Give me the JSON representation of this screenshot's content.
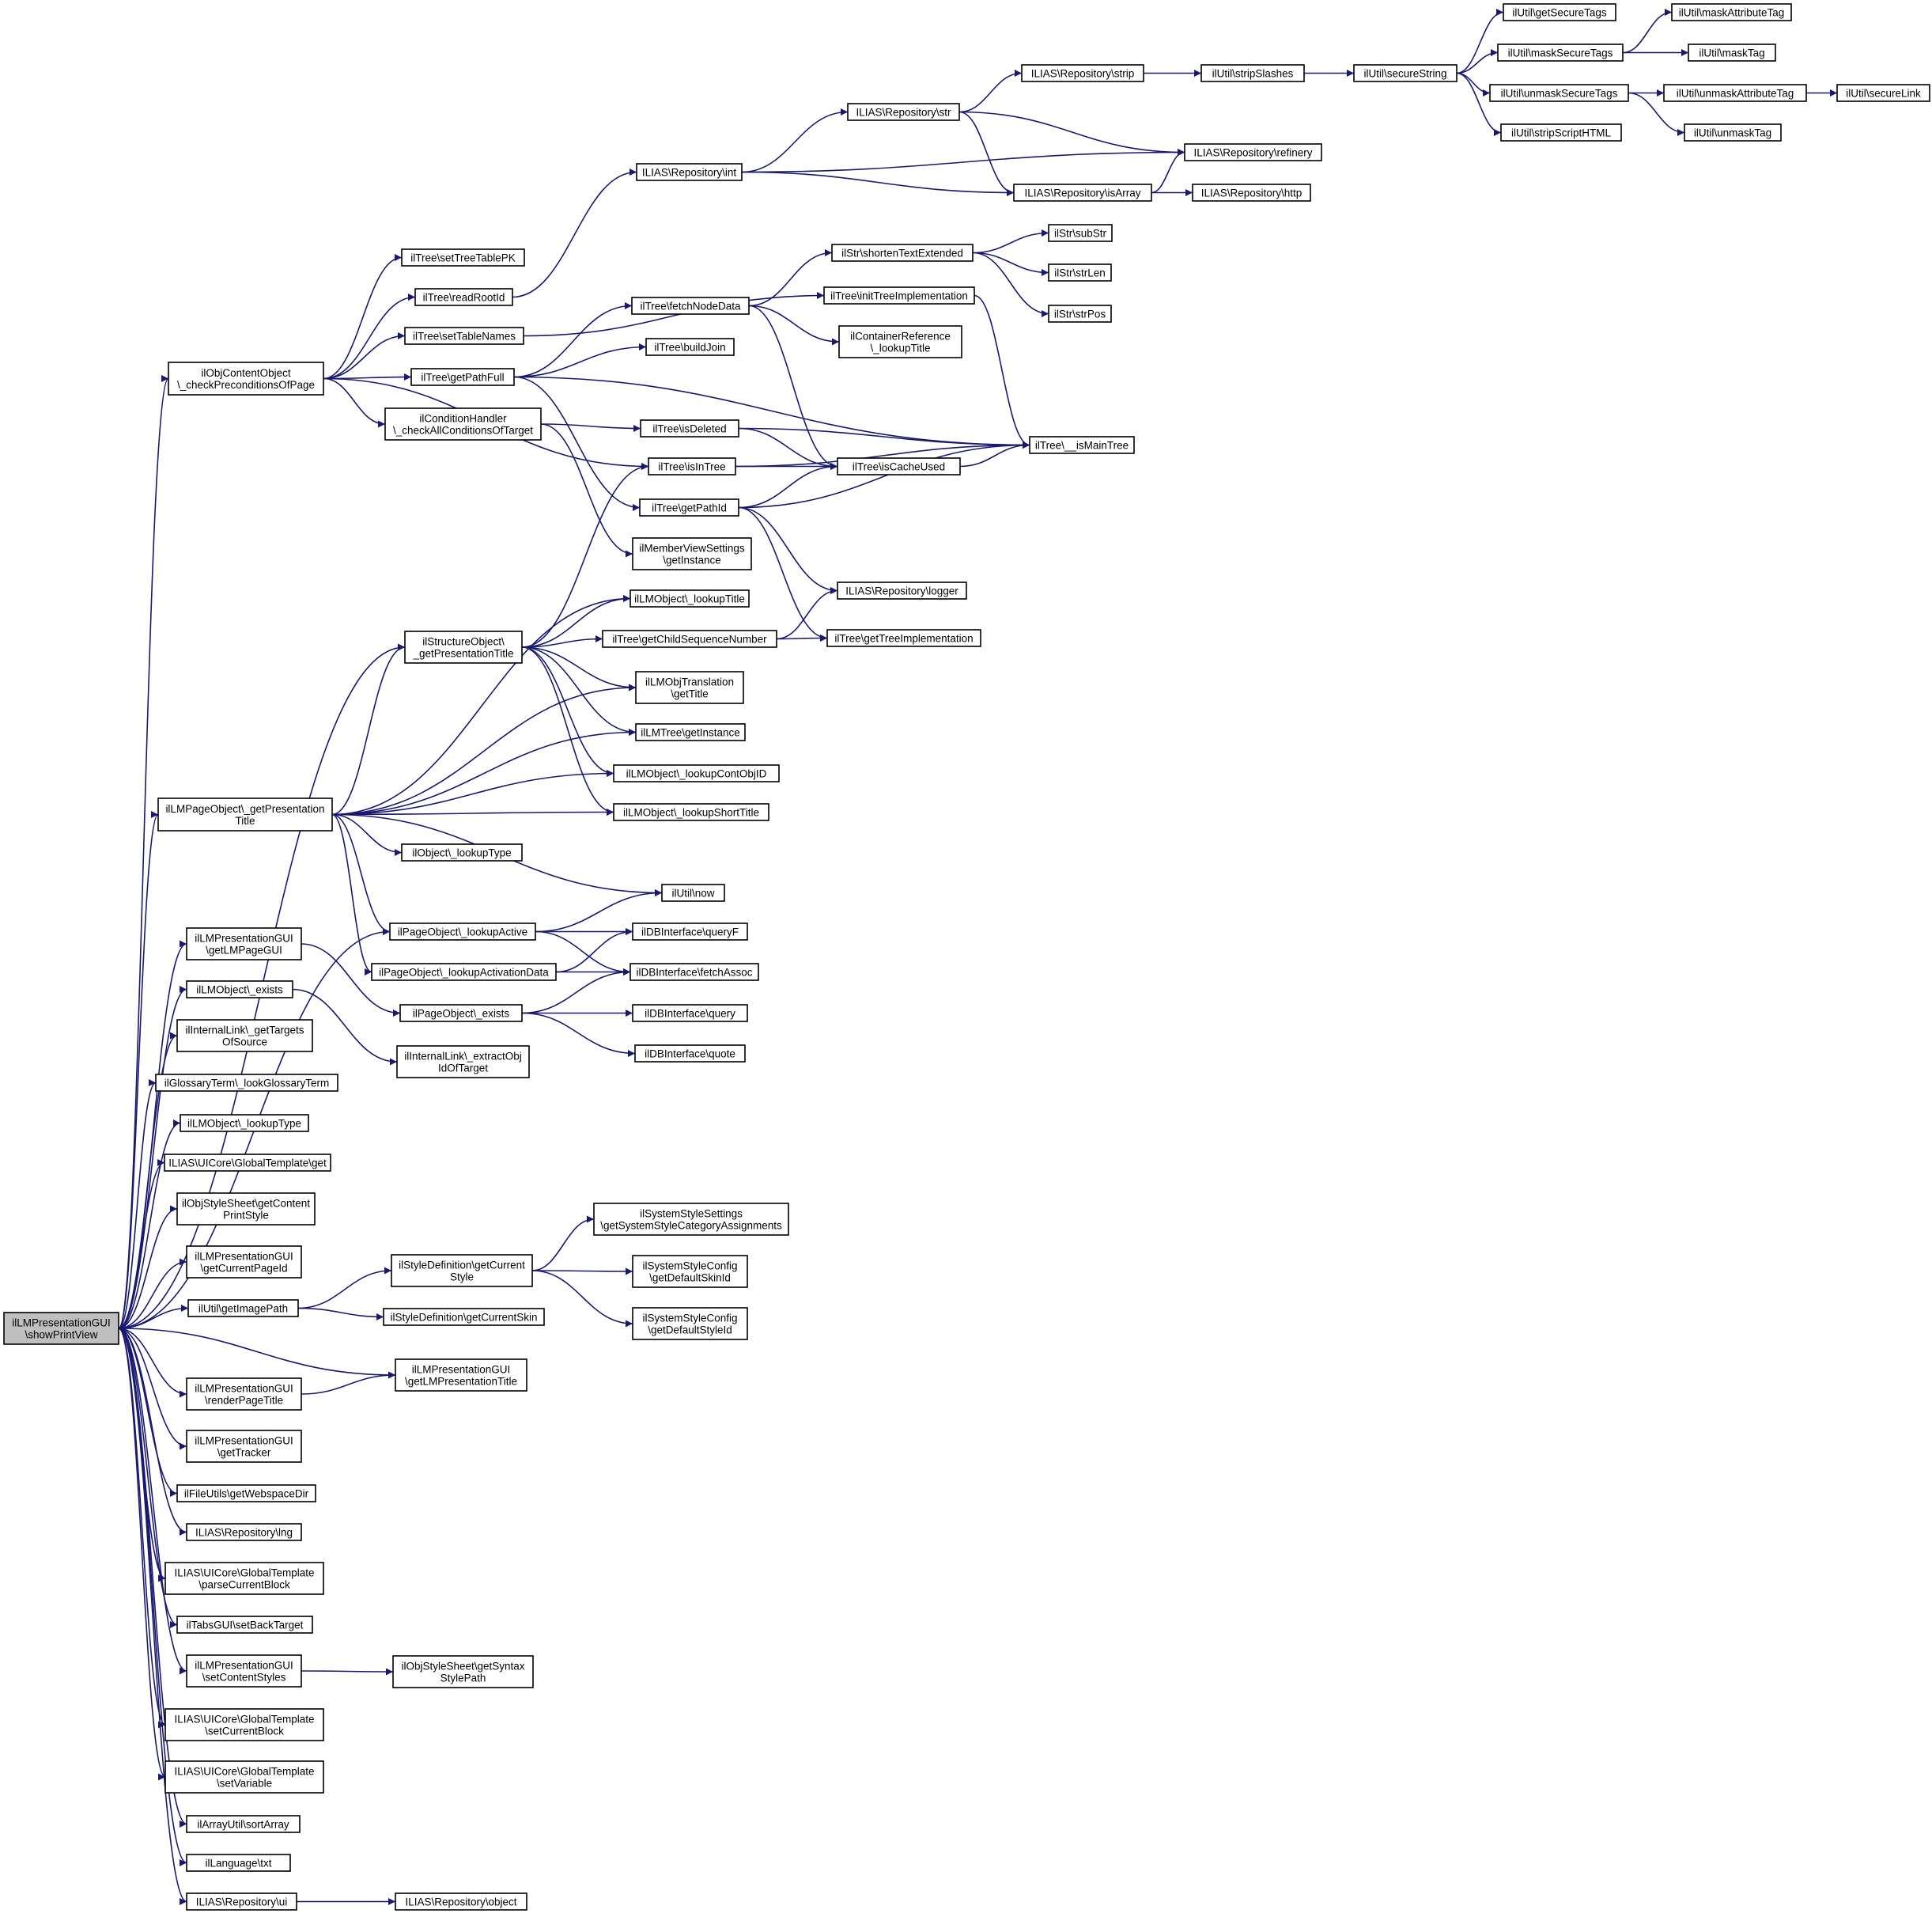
{
  "diagram": {
    "type": "call-graph",
    "root": "n0",
    "edge_color": "#191970",
    "root_fill": "#bfbfbf",
    "nodes": [
      {
        "id": "n0",
        "lines": [
          "ilLMPresentationGUI",
          "\\showPrintView"
        ]
      },
      {
        "id": "n1",
        "lines": [
          "ilObjContentObject",
          "\\_checkPreconditionsOfPage"
        ]
      },
      {
        "id": "n2",
        "lines": [
          "ilLMPageObject\\_getPresentation",
          "Title"
        ]
      },
      {
        "id": "n3",
        "lines": [
          "ilLMPresentationGUI",
          "\\getLMPageGUI"
        ]
      },
      {
        "id": "n4",
        "lines": [
          "ilLMObject\\_exists"
        ]
      },
      {
        "id": "n5",
        "lines": [
          "ilInternalLink\\_getTargets",
          "OfSource"
        ]
      },
      {
        "id": "n6",
        "lines": [
          "ilGlossaryTerm\\_lookGlossaryTerm"
        ]
      },
      {
        "id": "n7",
        "lines": [
          "ilLMObject\\_lookupType"
        ]
      },
      {
        "id": "n8",
        "lines": [
          "ILIAS\\UICore\\GlobalTemplate\\get"
        ]
      },
      {
        "id": "n9",
        "lines": [
          "ilObjStyleSheet\\getContent",
          "PrintStyle"
        ]
      },
      {
        "id": "n10",
        "lines": [
          "ilLMPresentationGUI",
          "\\getCurrentPageId"
        ]
      },
      {
        "id": "n11",
        "lines": [
          "ilUtil\\getImagePath"
        ]
      },
      {
        "id": "n12",
        "lines": [
          "ilLMPresentationGUI",
          "\\renderPageTitle"
        ]
      },
      {
        "id": "n13",
        "lines": [
          "ilLMPresentationGUI",
          "\\getTracker"
        ]
      },
      {
        "id": "n14",
        "lines": [
          "ilFileUtils\\getWebspaceDir"
        ]
      },
      {
        "id": "n15",
        "lines": [
          "ILIAS\\Repository\\lng"
        ]
      },
      {
        "id": "n16",
        "lines": [
          "ILIAS\\UICore\\GlobalTemplate",
          "\\parseCurrentBlock"
        ]
      },
      {
        "id": "n17",
        "lines": [
          "ilTabsGUI\\setBackTarget"
        ]
      },
      {
        "id": "n18",
        "lines": [
          "ilLMPresentationGUI",
          "\\setContentStyles"
        ]
      },
      {
        "id": "n19",
        "lines": [
          "ILIAS\\UICore\\GlobalTemplate",
          "\\setCurrentBlock"
        ]
      },
      {
        "id": "n20",
        "lines": [
          "ILIAS\\UICore\\GlobalTemplate",
          "\\setVariable"
        ]
      },
      {
        "id": "n21",
        "lines": [
          "ilArrayUtil\\sortArray"
        ]
      },
      {
        "id": "n22",
        "lines": [
          "ilLanguage\\txt"
        ]
      },
      {
        "id": "n23",
        "lines": [
          "ILIAS\\Repository\\ui"
        ]
      },
      {
        "id": "n24",
        "lines": [
          "ilTree\\setTreeTablePK"
        ]
      },
      {
        "id": "n25",
        "lines": [
          "ilTree\\readRootId"
        ]
      },
      {
        "id": "n26",
        "lines": [
          "ilTree\\setTableNames"
        ]
      },
      {
        "id": "n27",
        "lines": [
          "ilTree\\getPathFull"
        ]
      },
      {
        "id": "n28",
        "lines": [
          "ilConditionHandler",
          "\\_checkAllConditionsOfTarget"
        ]
      },
      {
        "id": "n29",
        "lines": [
          "ilStructureObject\\",
          "_getPresentationTitle"
        ]
      },
      {
        "id": "n30",
        "lines": [
          "ilObject\\_lookupType"
        ]
      },
      {
        "id": "n31",
        "lines": [
          "ilPageObject\\_lookupActive"
        ]
      },
      {
        "id": "n32",
        "lines": [
          "ilPageObject\\_lookupActivationData"
        ]
      },
      {
        "id": "n33",
        "lines": [
          "ilPageObject\\_exists"
        ]
      },
      {
        "id": "n34",
        "lines": [
          "ilInternalLink\\_extractObj",
          "IdOfTarget"
        ]
      },
      {
        "id": "n35",
        "lines": [
          "ilStyleDefinition\\getCurrent",
          "Style"
        ]
      },
      {
        "id": "n36",
        "lines": [
          "ilStyleDefinition\\getCurrentSkin"
        ]
      },
      {
        "id": "n37",
        "lines": [
          "ilLMPresentationGUI",
          "\\getLMPresentationTitle"
        ]
      },
      {
        "id": "n38",
        "lines": [
          "ilObjStyleSheet\\getSyntax",
          "StylePath"
        ]
      },
      {
        "id": "n39",
        "lines": [
          "ILIAS\\Repository\\object"
        ]
      },
      {
        "id": "n40",
        "lines": [
          "ILIAS\\Repository\\int"
        ]
      },
      {
        "id": "n41",
        "lines": [
          "ilTree\\fetchNodeData"
        ]
      },
      {
        "id": "n42",
        "lines": [
          "ilTree\\buildJoin"
        ]
      },
      {
        "id": "n43",
        "lines": [
          "ilTree\\isDeleted"
        ]
      },
      {
        "id": "n44",
        "lines": [
          "ilTree\\isInTree"
        ]
      },
      {
        "id": "n45",
        "lines": [
          "ilTree\\getPathId"
        ]
      },
      {
        "id": "n46",
        "lines": [
          "ilMemberViewSettings",
          "\\getInstance"
        ]
      },
      {
        "id": "n47",
        "lines": [
          "ilLMObject\\_lookupTitle"
        ]
      },
      {
        "id": "n48",
        "lines": [
          "ilTree\\getChildSequenceNumber"
        ]
      },
      {
        "id": "n49",
        "lines": [
          "ilLMObjTranslation",
          "\\getTitle"
        ]
      },
      {
        "id": "n50",
        "lines": [
          "ilLMTree\\getInstance"
        ]
      },
      {
        "id": "n51",
        "lines": [
          "ilLMObject\\_lookupContObjID"
        ]
      },
      {
        "id": "n52",
        "lines": [
          "ilLMObject\\_lookupShortTitle"
        ]
      },
      {
        "id": "n53",
        "lines": [
          "ilUtil\\now"
        ]
      },
      {
        "id": "n54",
        "lines": [
          "ilDBInterface\\queryF"
        ]
      },
      {
        "id": "n55",
        "lines": [
          "ilDBInterface\\fetchAssoc"
        ]
      },
      {
        "id": "n56",
        "lines": [
          "ilDBInterface\\query"
        ]
      },
      {
        "id": "n57",
        "lines": [
          "ilDBInterface\\quote"
        ]
      },
      {
        "id": "n58",
        "lines": [
          "ilSystemStyleSettings",
          "\\getSystemStyleCategoryAssignments"
        ]
      },
      {
        "id": "n59",
        "lines": [
          "ilSystemStyleConfig",
          "\\getDefaultSkinId"
        ]
      },
      {
        "id": "n60",
        "lines": [
          "ilSystemStyleConfig",
          "\\getDefaultStyleId"
        ]
      },
      {
        "id": "n61",
        "lines": [
          "ILIAS\\Repository\\str"
        ]
      },
      {
        "id": "n62",
        "lines": [
          "ILIAS\\Repository\\strip"
        ]
      },
      {
        "id": "n63",
        "lines": [
          "ILIAS\\Repository\\refinery"
        ]
      },
      {
        "id": "n64",
        "lines": [
          "ILIAS\\Repository\\isArray"
        ]
      },
      {
        "id": "n65",
        "lines": [
          "ILIAS\\Repository\\http"
        ]
      },
      {
        "id": "n66",
        "lines": [
          "ilUtil\\stripSlashes"
        ]
      },
      {
        "id": "n67",
        "lines": [
          "ilUtil\\secureString"
        ]
      },
      {
        "id": "n68",
        "lines": [
          "ilUtil\\getSecureTags"
        ]
      },
      {
        "id": "n69",
        "lines": [
          "ilUtil\\maskSecureTags"
        ]
      },
      {
        "id": "n70",
        "lines": [
          "ilUtil\\unmaskSecureTags"
        ]
      },
      {
        "id": "n71",
        "lines": [
          "ilUtil\\stripScriptHTML"
        ]
      },
      {
        "id": "n72",
        "lines": [
          "ilUtil\\maskAttributeTag"
        ]
      },
      {
        "id": "n73",
        "lines": [
          "ilUtil\\maskTag"
        ]
      },
      {
        "id": "n74",
        "lines": [
          "ilUtil\\unmaskAttributeTag"
        ]
      },
      {
        "id": "n75",
        "lines": [
          "ilUtil\\unmaskTag"
        ]
      },
      {
        "id": "n76",
        "lines": [
          "ilUtil\\secureLink"
        ]
      },
      {
        "id": "n77",
        "lines": [
          "ilStr\\shortenTextExtended"
        ]
      },
      {
        "id": "n78",
        "lines": [
          "ilTree\\initTreeImplementation"
        ]
      },
      {
        "id": "n79",
        "lines": [
          "ilContainerReference",
          "\\_lookupTitle"
        ]
      },
      {
        "id": "n80",
        "lines": [
          "ilTree\\__isMainTree"
        ]
      },
      {
        "id": "n81",
        "lines": [
          "ilTree\\isCacheUsed"
        ]
      },
      {
        "id": "n82",
        "lines": [
          "ILIAS\\Repository\\logger"
        ]
      },
      {
        "id": "n83",
        "lines": [
          "ilTree\\getTreeImplementation"
        ]
      },
      {
        "id": "n84",
        "lines": [
          "ilStr\\subStr"
        ]
      },
      {
        "id": "n85",
        "lines": [
          "ilStr\\strLen"
        ]
      },
      {
        "id": "n86",
        "lines": [
          "ilStr\\strPos"
        ]
      }
    ],
    "edges": [
      [
        "n0",
        "n1"
      ],
      [
        "n0",
        "n2"
      ],
      [
        "n0",
        "n3"
      ],
      [
        "n0",
        "n4"
      ],
      [
        "n0",
        "n5"
      ],
      [
        "n0",
        "n6"
      ],
      [
        "n0",
        "n7"
      ],
      [
        "n0",
        "n8"
      ],
      [
        "n0",
        "n9"
      ],
      [
        "n0",
        "n10"
      ],
      [
        "n0",
        "n11"
      ],
      [
        "n0",
        "n12"
      ],
      [
        "n0",
        "n13"
      ],
      [
        "n0",
        "n14"
      ],
      [
        "n0",
        "n15"
      ],
      [
        "n0",
        "n16"
      ],
      [
        "n0",
        "n17"
      ],
      [
        "n0",
        "n18"
      ],
      [
        "n0",
        "n19"
      ],
      [
        "n0",
        "n20"
      ],
      [
        "n0",
        "n21"
      ],
      [
        "n0",
        "n22"
      ],
      [
        "n0",
        "n23"
      ],
      [
        "n0",
        "n29"
      ],
      [
        "n0",
        "n31"
      ],
      [
        "n0",
        "n37"
      ],
      [
        "n1",
        "n24"
      ],
      [
        "n1",
        "n25"
      ],
      [
        "n1",
        "n26"
      ],
      [
        "n1",
        "n27"
      ],
      [
        "n1",
        "n28"
      ],
      [
        "n1",
        "n44"
      ],
      [
        "n25",
        "n40"
      ],
      [
        "n26",
        "n78"
      ],
      [
        "n27",
        "n41"
      ],
      [
        "n27",
        "n42"
      ],
      [
        "n27",
        "n45"
      ],
      [
        "n27",
        "n80"
      ],
      [
        "n28",
        "n43"
      ],
      [
        "n28",
        "n46"
      ],
      [
        "n40",
        "n61"
      ],
      [
        "n40",
        "n63"
      ],
      [
        "n40",
        "n64"
      ],
      [
        "n61",
        "n62"
      ],
      [
        "n61",
        "n63"
      ],
      [
        "n61",
        "n64"
      ],
      [
        "n62",
        "n66"
      ],
      [
        "n66",
        "n67"
      ],
      [
        "n67",
        "n68"
      ],
      [
        "n67",
        "n69"
      ],
      [
        "n67",
        "n70"
      ],
      [
        "n67",
        "n71"
      ],
      [
        "n69",
        "n72"
      ],
      [
        "n69",
        "n73"
      ],
      [
        "n70",
        "n74"
      ],
      [
        "n70",
        "n75"
      ],
      [
        "n74",
        "n76"
      ],
      [
        "n64",
        "n63"
      ],
      [
        "n64",
        "n65"
      ],
      [
        "n41",
        "n77"
      ],
      [
        "n41",
        "n79"
      ],
      [
        "n41",
        "n81"
      ],
      [
        "n77",
        "n84"
      ],
      [
        "n77",
        "n85"
      ],
      [
        "n77",
        "n86"
      ],
      [
        "n78",
        "n80"
      ],
      [
        "n43",
        "n81"
      ],
      [
        "n43",
        "n80"
      ],
      [
        "n44",
        "n81"
      ],
      [
        "n44",
        "n80"
      ],
      [
        "n45",
        "n81"
      ],
      [
        "n45",
        "n80"
      ],
      [
        "n45",
        "n82"
      ],
      [
        "n45",
        "n83"
      ],
      [
        "n81",
        "n80"
      ],
      [
        "n29",
        "n44"
      ],
      [
        "n29",
        "n47"
      ],
      [
        "n29",
        "n48"
      ],
      [
        "n29",
        "n49"
      ],
      [
        "n29",
        "n50"
      ],
      [
        "n29",
        "n51"
      ],
      [
        "n29",
        "n52"
      ],
      [
        "n48",
        "n82"
      ],
      [
        "n48",
        "n83"
      ],
      [
        "n2",
        "n29"
      ],
      [
        "n2",
        "n47"
      ],
      [
        "n2",
        "n49"
      ],
      [
        "n2",
        "n50"
      ],
      [
        "n2",
        "n51"
      ],
      [
        "n2",
        "n52"
      ],
      [
        "n2",
        "n30"
      ],
      [
        "n2",
        "n53"
      ],
      [
        "n2",
        "n31"
      ],
      [
        "n2",
        "n32"
      ],
      [
        "n31",
        "n53"
      ],
      [
        "n31",
        "n54"
      ],
      [
        "n31",
        "n55"
      ],
      [
        "n32",
        "n54"
      ],
      [
        "n32",
        "n55"
      ],
      [
        "n3",
        "n33"
      ],
      [
        "n33",
        "n55"
      ],
      [
        "n33",
        "n56"
      ],
      [
        "n33",
        "n57"
      ],
      [
        "n4",
        "n34"
      ],
      [
        "n11",
        "n35"
      ],
      [
        "n11",
        "n36"
      ],
      [
        "n35",
        "n58"
      ],
      [
        "n35",
        "n59"
      ],
      [
        "n35",
        "n60"
      ],
      [
        "n12",
        "n37"
      ],
      [
        "n18",
        "n38"
      ],
      [
        "n23",
        "n39"
      ]
    ]
  }
}
